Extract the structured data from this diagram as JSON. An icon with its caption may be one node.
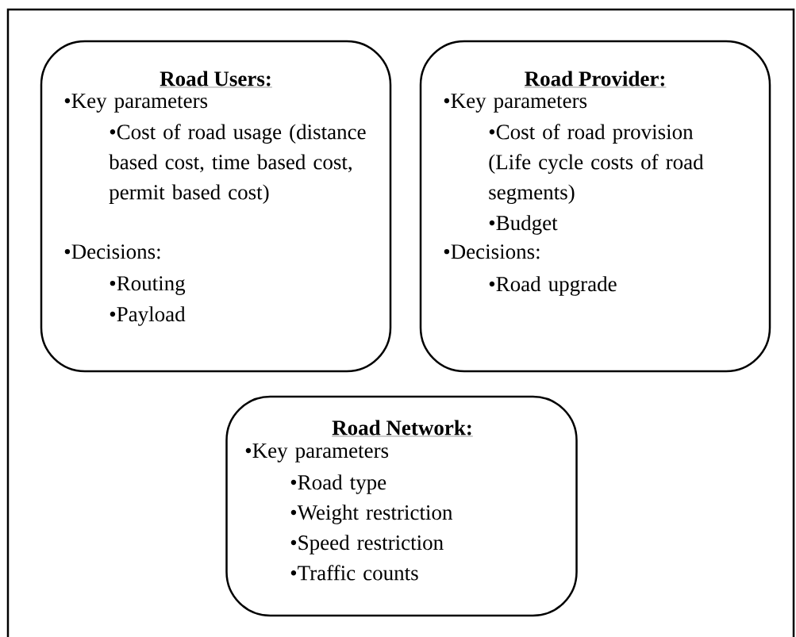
{
  "diagram": {
    "nodes": [
      {
        "text": [
          "Road Users:",
          "•Key parameters",
          "•Cost of road usage (distance based cost, time based cost, permit based cost)",
          "•Decisions:",
          "•Routing",
          "•Payload"
        ]
      },
      {
        "text": [
          "Road Provider:",
          "•Key parameters",
          "•Cost of road provision (Life cycle costs of road segments)",
          "•Budget",
          "•Decisions:",
          "•Road upgrade"
        ]
      },
      {
        "text": [
          "Road Network:",
          "•Key parameters",
          "•Road type",
          "•Weight restriction",
          "•Speed restriction",
          "•Traffic counts"
        ]
      }
    ]
  }
}
